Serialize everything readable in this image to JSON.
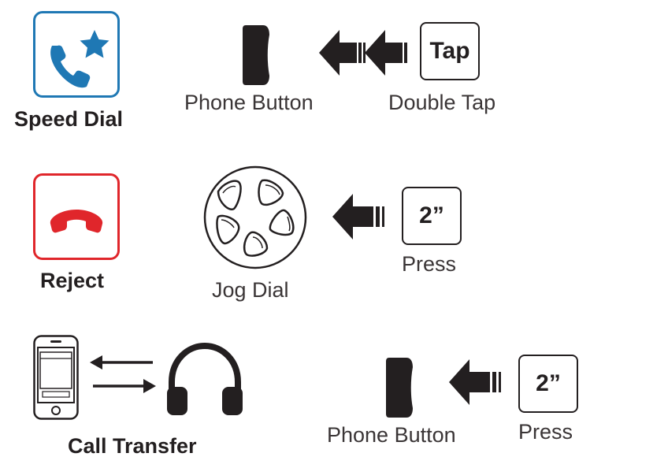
{
  "colors": {
    "speed_dial_accent": "#1f78b4",
    "reject_accent": "#e0262b",
    "ink": "#231f20"
  },
  "rows": [
    {
      "title": "Speed Dial",
      "icon": "phone-star-icon",
      "button_label": "Phone Button",
      "button_icon": "phone-button-icon",
      "action_key": "Tap",
      "action_label": "Double Tap",
      "arrow_count": 2
    },
    {
      "title": "Reject",
      "icon": "hang-up-icon",
      "button_label": "Jog Dial",
      "button_icon": "jog-dial-icon",
      "action_key": "2”",
      "action_label": "Press",
      "arrow_count": 1
    },
    {
      "title": "Call Transfer",
      "icon": "phone-headphones-transfer-icon",
      "button_label": "Phone Button",
      "button_icon": "phone-button-icon",
      "action_key": "2”",
      "action_label": "Press",
      "arrow_count": 1
    }
  ]
}
